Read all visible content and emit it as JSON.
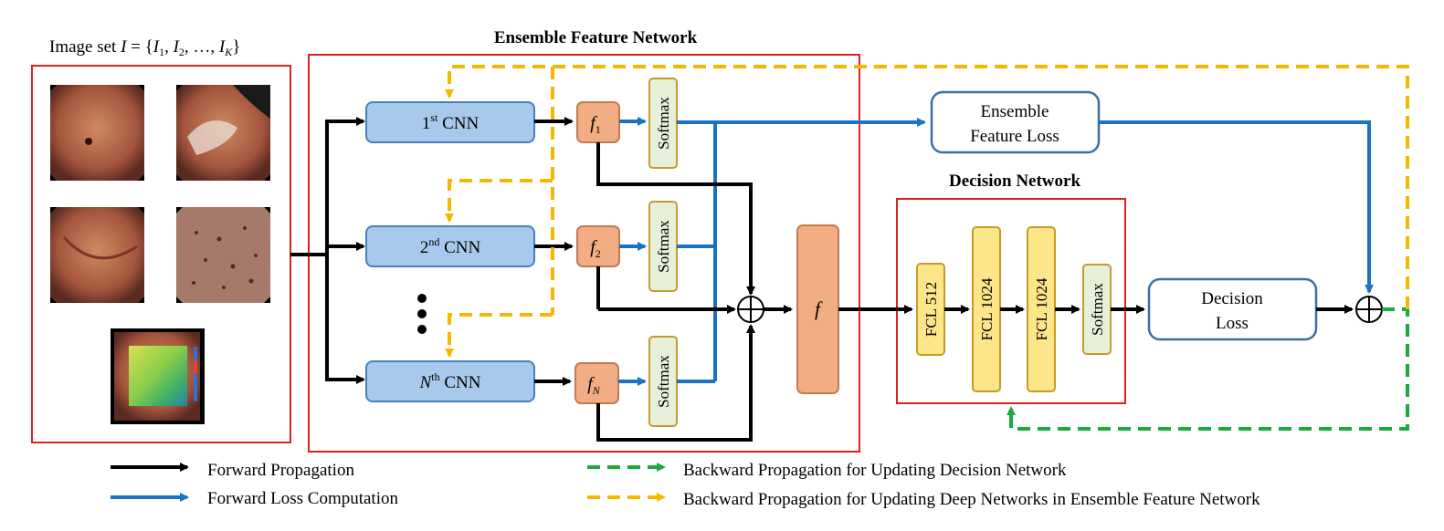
{
  "image_set": {
    "label_prefix": "Image set ",
    "label_var": "I",
    "label_mid": " = {",
    "items": [
      {
        "letter": "I",
        "sub": "1",
        "sep": ", "
      },
      {
        "letter": "I",
        "sub": "2",
        "sep": ", …, "
      },
      {
        "letter": "I",
        "sub": "K",
        "sep": "}"
      }
    ],
    "thumbnails": [
      {
        "name": "endoscopy-image-1",
        "tone": "#b8684a"
      },
      {
        "name": "endoscopy-image-2",
        "tone": "#a64a38"
      },
      {
        "name": "endoscopy-image-3",
        "tone": "#b35c44"
      },
      {
        "name": "endoscopy-image-4",
        "tone": "#8a5a4c"
      },
      {
        "name": "endoscopy-image-5-heatmap",
        "tone": "#9a5a3c"
      }
    ]
  },
  "ensemble": {
    "title": "Ensemble Feature Network",
    "cnns": [
      {
        "prefix": "1",
        "sup": "st",
        "suffix": " CNN",
        "italic": false
      },
      {
        "prefix": "2",
        "sup": "nd",
        "suffix": " CNN",
        "italic": false
      },
      {
        "prefix": "N",
        "sup": "th",
        "suffix": " CNN",
        "italic": true
      }
    ],
    "features": [
      {
        "letter": "f",
        "sub": "1"
      },
      {
        "letter": "f",
        "sub": "2"
      },
      {
        "letter": "f",
        "sub": "N"
      }
    ],
    "softmax_label": "Softmax",
    "fused_label": "f"
  },
  "ensemble_loss": {
    "line1": "Ensemble",
    "line2": "Feature Loss"
  },
  "decision": {
    "title": "Decision Network",
    "layers": [
      "FCL 512",
      "FCL 1024",
      "FCL 1024",
      "Softmax"
    ]
  },
  "decision_loss": {
    "line1": "Decision",
    "line2": "Loss"
  },
  "legend": [
    {
      "label": "Forward Propagation",
      "style": "solid",
      "color": "#000000"
    },
    {
      "label": "Forward Loss Computation",
      "style": "solid",
      "color": "#1a73c2"
    },
    {
      "label": "Backward Propagation for Updating Decision Network",
      "style": "dashed",
      "color": "#1aab3c"
    },
    {
      "label": "Backward Propagation for Updating Deep Networks in Ensemble Feature Network",
      "style": "dashed",
      "color": "#f5b800"
    }
  ],
  "colors": {
    "frame": "#e02020",
    "cnn_fill": "#a8c8ec",
    "cnn_stroke": "#4a7fbf",
    "feature_fill": "#f2ad84",
    "feature_stroke": "#c47a50",
    "softmax_fill": "#e6f0d8",
    "softmax_stroke": "#c49a30",
    "fcl_fill": "#fde68a",
    "fcl_stroke": "#c89a20",
    "loss_stroke": "#3b6ea8"
  }
}
